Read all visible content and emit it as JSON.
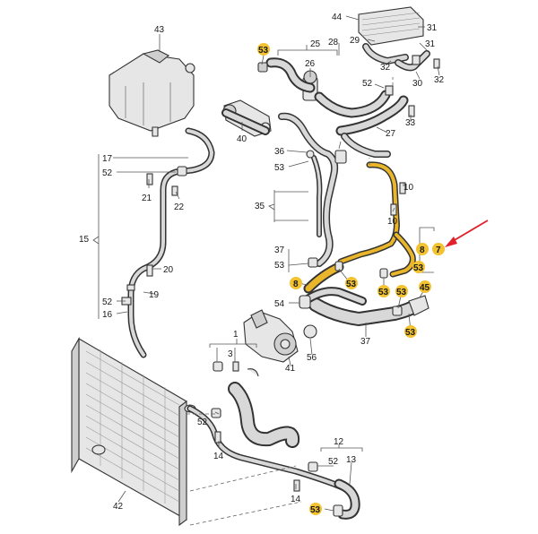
{
  "highlight_color": "#f2c230",
  "arrow_color": "#e0202a",
  "labels": {
    "n44": "44",
    "n31a": "31",
    "n29": "29",
    "n28": "28",
    "n25": "25",
    "n31b": "31",
    "n32a": "32",
    "n30": "30",
    "n32b": "32",
    "n43": "43",
    "n53a": "53",
    "n26": "26",
    "n52a": "52",
    "n27": "27",
    "n33": "33",
    "n40": "40",
    "n36": "36",
    "n53b": "53",
    "n17": "17",
    "n52b": "52",
    "n21": "21",
    "n22": "22",
    "n10a": "10",
    "n35": "35",
    "n10b": "10",
    "n15": "15",
    "n37a": "37",
    "n8a": "8",
    "n7": "7",
    "n53c": "53",
    "n53d": "53",
    "n20": "20",
    "n8b": "8",
    "n53e": "53",
    "n53f": "53",
    "n53g": "53",
    "n45": "45",
    "n19": "19",
    "n52c": "52",
    "n54": "54",
    "n16": "16",
    "n53h": "53",
    "n37b": "37",
    "n1": "1",
    "n3": "3",
    "n56": "56",
    "n41": "41",
    "n52d": "52",
    "n14a": "14",
    "n12": "12",
    "n52e": "52",
    "n13": "13",
    "n14b": "14",
    "n42": "42",
    "n53i": "53"
  }
}
